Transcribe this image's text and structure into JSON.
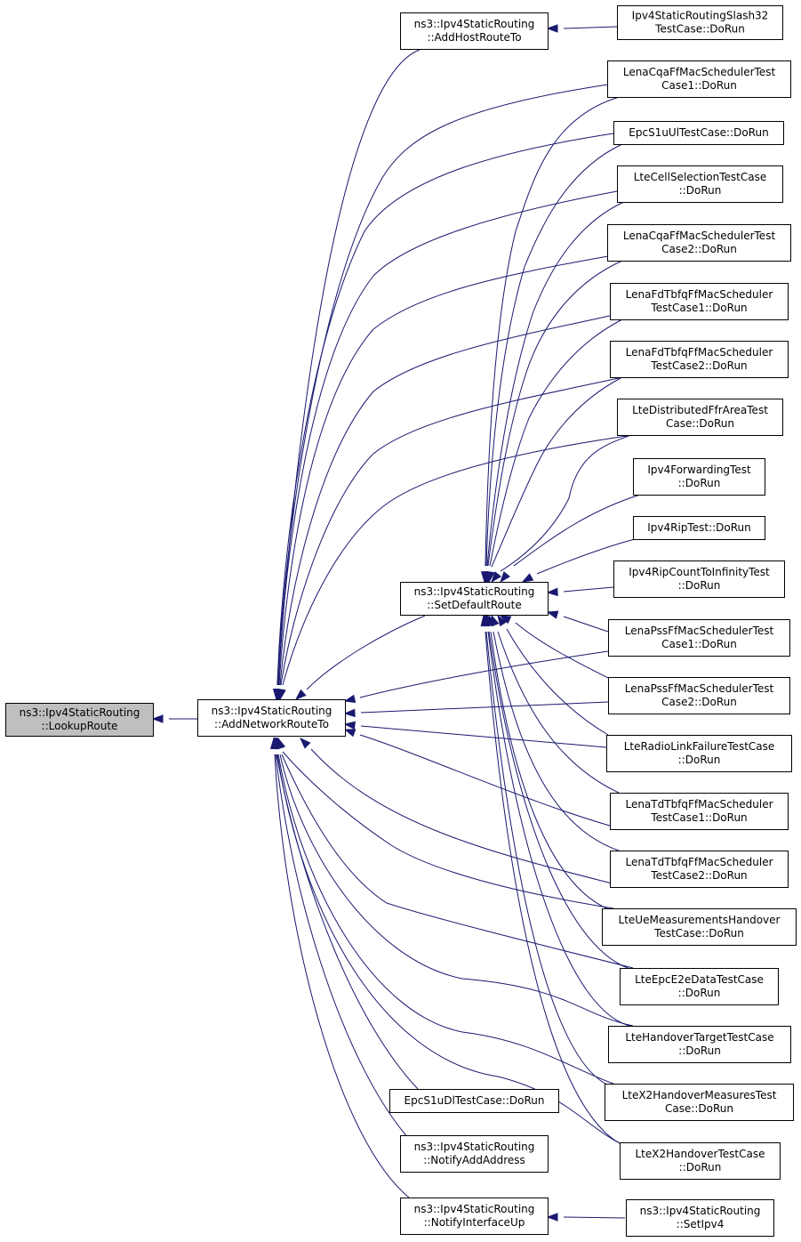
{
  "colors": {
    "edge": "#191970",
    "root_fill": "#bfbfbf",
    "node_fill": "#ffffff",
    "node_border": "#000000"
  },
  "nodes": {
    "lookup": {
      "lines": [
        "ns3::Ipv4StaticRouting",
        "::LookupRoute"
      ],
      "root": true
    },
    "addnet": {
      "lines": [
        "ns3::Ipv4StaticRouting",
        "::AddNetworkRouteTo"
      ]
    },
    "addhost": {
      "lines": [
        "ns3::Ipv4StaticRouting",
        "::AddHostRouteTo"
      ]
    },
    "setdef": {
      "lines": [
        "ns3::Ipv4StaticRouting",
        "::SetDefaultRoute"
      ]
    },
    "epcdl": {
      "lines": [
        "EpcS1uDlTestCase::DoRun"
      ]
    },
    "notaddr": {
      "lines": [
        "ns3::Ipv4StaticRouting",
        "::NotifyAddAddress"
      ]
    },
    "notif": {
      "lines": [
        "ns3::Ipv4StaticRouting",
        "::NotifyInterfaceUp"
      ]
    },
    "slash32": {
      "lines": [
        "Ipv4StaticRoutingSlash32",
        "TestCase::DoRun"
      ]
    },
    "cqa1": {
      "lines": [
        "LenaCqaFfMacSchedulerTest",
        "Case1::DoRun"
      ]
    },
    "epcul": {
      "lines": [
        "EpcS1uUlTestCase::DoRun"
      ]
    },
    "cellsel": {
      "lines": [
        "LteCellSelectionTestCase",
        "::DoRun"
      ]
    },
    "cqa2": {
      "lines": [
        "LenaCqaFfMacSchedulerTest",
        "Case2::DoRun"
      ]
    },
    "fd1": {
      "lines": [
        "LenaFdTbfqFfMacScheduler",
        "TestCase1::DoRun"
      ]
    },
    "fd2": {
      "lines": [
        "LenaFdTbfqFfMacScheduler",
        "TestCase2::DoRun"
      ]
    },
    "distffr": {
      "lines": [
        "LteDistributedFfrAreaTest",
        "Case::DoRun"
      ]
    },
    "ipv4fwd": {
      "lines": [
        "Ipv4ForwardingTest",
        "::DoRun"
      ]
    },
    "riptest": {
      "lines": [
        "Ipv4RipTest::DoRun"
      ]
    },
    "ripcount": {
      "lines": [
        "Ipv4RipCountToInfinityTest",
        "::DoRun"
      ]
    },
    "pss1": {
      "lines": [
        "LenaPssFfMacSchedulerTest",
        "Case1::DoRun"
      ]
    },
    "pss2": {
      "lines": [
        "LenaPssFfMacSchedulerTest",
        "Case2::DoRun"
      ]
    },
    "rlf": {
      "lines": [
        "LteRadioLinkFailureTestCase",
        "::DoRun"
      ]
    },
    "td1": {
      "lines": [
        "LenaTdTbfqFfMacScheduler",
        "TestCase1::DoRun"
      ]
    },
    "td2": {
      "lines": [
        "LenaTdTbfqFfMacScheduler",
        "TestCase2::DoRun"
      ]
    },
    "uemeas": {
      "lines": [
        "LteUeMeasurementsHandover",
        "TestCase::DoRun"
      ]
    },
    "e2e": {
      "lines": [
        "LteEpcE2eDataTestCase",
        "::DoRun"
      ]
    },
    "hotarget": {
      "lines": [
        "LteHandoverTargetTestCase",
        "::DoRun"
      ]
    },
    "x2meas": {
      "lines": [
        "LteX2HandoverMeasuresTest",
        "Case::DoRun"
      ]
    },
    "x2ho": {
      "lines": [
        "LteX2HandoverTestCase",
        "::DoRun"
      ]
    },
    "setipv4": {
      "lines": [
        "ns3::Ipv4StaticRouting",
        "::SetIpv4"
      ]
    }
  }
}
